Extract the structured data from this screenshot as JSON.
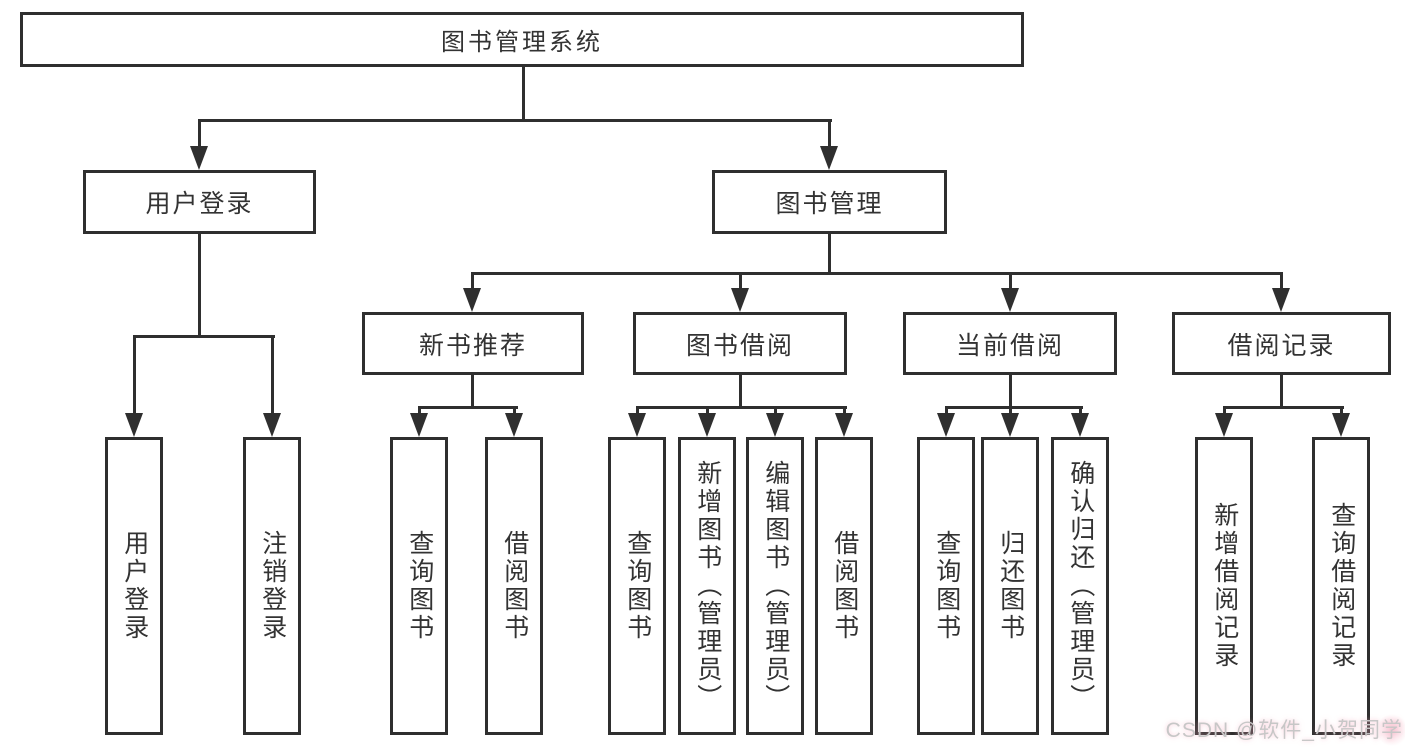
{
  "diagram": {
    "title_node": "图书管理系统",
    "nodes": {
      "root": {
        "label": "图书管理系统"
      },
      "user_login": {
        "label": "用户登录"
      },
      "book_mgmt": {
        "label": "图书管理"
      },
      "new_book_rec": {
        "label": "新书推荐"
      },
      "book_borrow": {
        "label": "图书借阅"
      },
      "current_borrow": {
        "label": "当前借阅"
      },
      "borrow_record": {
        "label": "借阅记录"
      },
      "leaf_user_login": {
        "label": "用户登录"
      },
      "leaf_logout": {
        "label": "注销登录"
      },
      "leaf_query_book_1": {
        "label": "查询图书"
      },
      "leaf_borrow_book_1": {
        "label": "借阅图书"
      },
      "leaf_query_book_2": {
        "label": "查询图书"
      },
      "leaf_add_book": {
        "label": "新增图书（管理员）"
      },
      "leaf_edit_book": {
        "label": "编辑图书（管理员）"
      },
      "leaf_borrow_book_2": {
        "label": "借阅图书"
      },
      "leaf_query_book_3": {
        "label": "查询图书"
      },
      "leaf_return_book": {
        "label": "归还图书"
      },
      "leaf_confirm_return": {
        "label": "确认归还（管理员）"
      },
      "leaf_add_record": {
        "label": "新增借阅记录"
      },
      "leaf_query_record": {
        "label": "查询借阅记录"
      }
    },
    "edges": [
      [
        "root",
        "user_login"
      ],
      [
        "root",
        "book_mgmt"
      ],
      [
        "user_login",
        "leaf_user_login"
      ],
      [
        "user_login",
        "leaf_logout"
      ],
      [
        "book_mgmt",
        "new_book_rec"
      ],
      [
        "book_mgmt",
        "book_borrow"
      ],
      [
        "book_mgmt",
        "current_borrow"
      ],
      [
        "book_mgmt",
        "borrow_record"
      ],
      [
        "new_book_rec",
        "leaf_query_book_1"
      ],
      [
        "new_book_rec",
        "leaf_borrow_book_1"
      ],
      [
        "book_borrow",
        "leaf_query_book_2"
      ],
      [
        "book_borrow",
        "leaf_add_book"
      ],
      [
        "book_borrow",
        "leaf_edit_book"
      ],
      [
        "book_borrow",
        "leaf_borrow_book_2"
      ],
      [
        "current_borrow",
        "leaf_query_book_3"
      ],
      [
        "current_borrow",
        "leaf_return_book"
      ],
      [
        "current_borrow",
        "leaf_confirm_return"
      ],
      [
        "borrow_record",
        "leaf_add_record"
      ],
      [
        "borrow_record",
        "leaf_query_record"
      ]
    ],
    "colors": {
      "line": "#2f2f2f",
      "text": "#333333",
      "background": "#ffffff",
      "watermark_text": "#c7c7c7",
      "watermark_accent": "#f5aabe"
    },
    "watermark": {
      "text": "CSDN @软件_小贺同学"
    }
  }
}
